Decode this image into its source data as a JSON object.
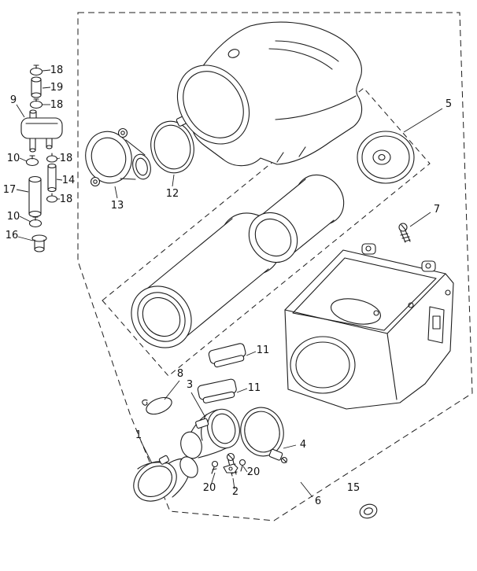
{
  "figure": {
    "background_color": "#ffffff",
    "line_color": "#1c1c1c"
  },
  "callouts": [
    {
      "text": "18"
    },
    {
      "text": "19"
    },
    {
      "text": "18"
    },
    {
      "text": "9"
    },
    {
      "text": "10"
    },
    {
      "text": "18"
    },
    {
      "text": "14"
    },
    {
      "text": "17"
    },
    {
      "text": "18"
    },
    {
      "text": "10"
    },
    {
      "text": "16"
    },
    {
      "text": "13"
    },
    {
      "text": "12"
    },
    {
      "text": "5"
    },
    {
      "text": "7"
    },
    {
      "text": "11"
    },
    {
      "text": "11"
    },
    {
      "text": "8"
    },
    {
      "text": "3"
    },
    {
      "text": "1"
    },
    {
      "text": "4"
    },
    {
      "text": "20"
    },
    {
      "text": "20"
    },
    {
      "text": "2"
    },
    {
      "text": "6"
    },
    {
      "text": "15"
    }
  ]
}
